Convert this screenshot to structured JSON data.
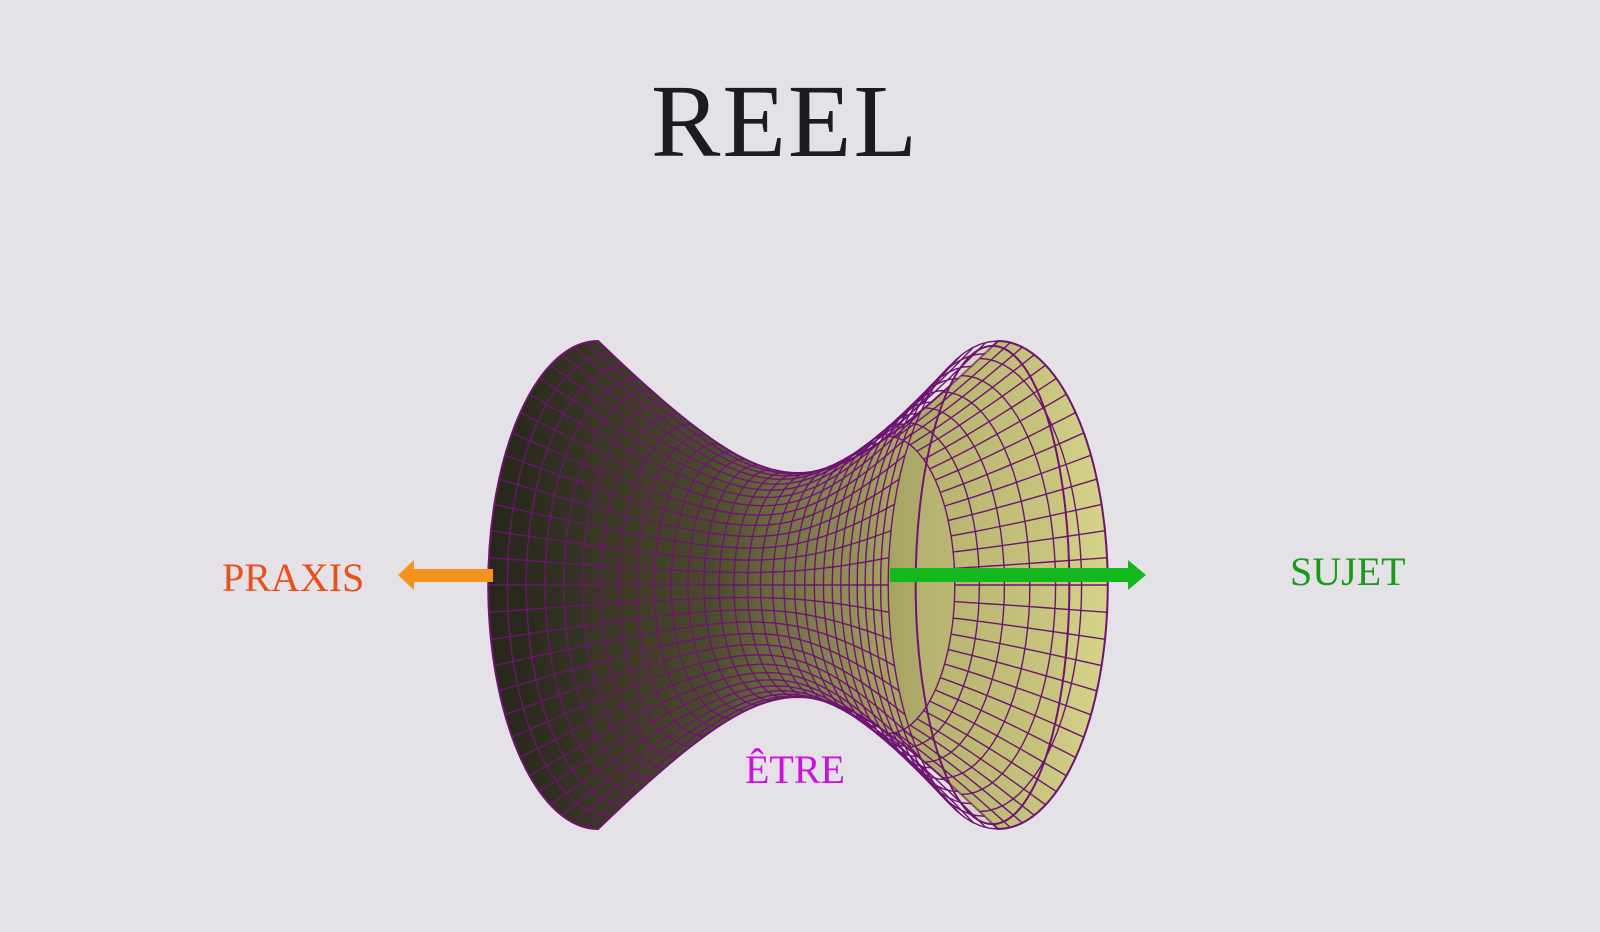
{
  "title": "REEL",
  "labels": {
    "left": "PRAXIS",
    "right": "SUJET",
    "bottom": "ÊTRE"
  },
  "colors": {
    "background": "#e4e2e6",
    "title": "#1c1c20",
    "praxis": "#e8501c",
    "praxis_arrow": "#f4921e",
    "sujet": "#1a9a1a",
    "sujet_arrow": "#12b81c",
    "etre": "#cc10dd",
    "mesh": "#6e1470",
    "surface_dark": "#26261a",
    "surface_light": "#d6d48a"
  }
}
